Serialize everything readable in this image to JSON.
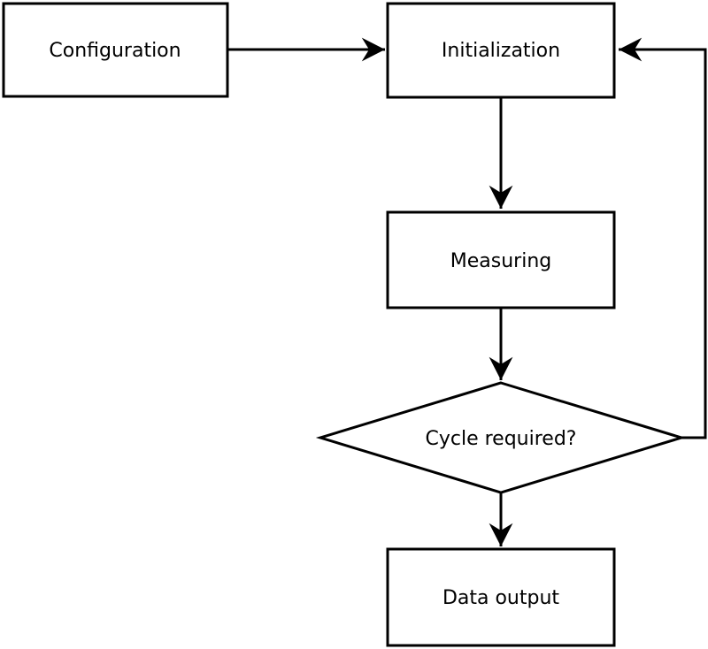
{
  "diagram": {
    "type": "flowchart",
    "background_color": "#ffffff",
    "stroke_color": "#000000",
    "node_fill_color": "#ffffff",
    "text_color": "#000000",
    "nodes": [
      {
        "id": "configuration",
        "shape": "rectangle",
        "label": "Configuration"
      },
      {
        "id": "initialization",
        "shape": "rectangle",
        "label": "Initialization"
      },
      {
        "id": "measuring",
        "shape": "rectangle",
        "label": "Measuring"
      },
      {
        "id": "cycle-required",
        "shape": "diamond",
        "label": "Cycle required?"
      },
      {
        "id": "data-output",
        "shape": "rectangle",
        "label": "Data output"
      }
    ],
    "edges": [
      {
        "from": "configuration",
        "to": "initialization",
        "style": "arrow",
        "route": "horizontal"
      },
      {
        "from": "initialization",
        "to": "measuring",
        "style": "arrow",
        "route": "vertical"
      },
      {
        "from": "measuring",
        "to": "cycle-required",
        "style": "arrow",
        "route": "vertical"
      },
      {
        "from": "cycle-required",
        "to": "data-output",
        "style": "arrow",
        "route": "vertical"
      },
      {
        "from": "cycle-required",
        "to": "initialization",
        "style": "arrow",
        "route": "right-side-loop"
      }
    ]
  }
}
